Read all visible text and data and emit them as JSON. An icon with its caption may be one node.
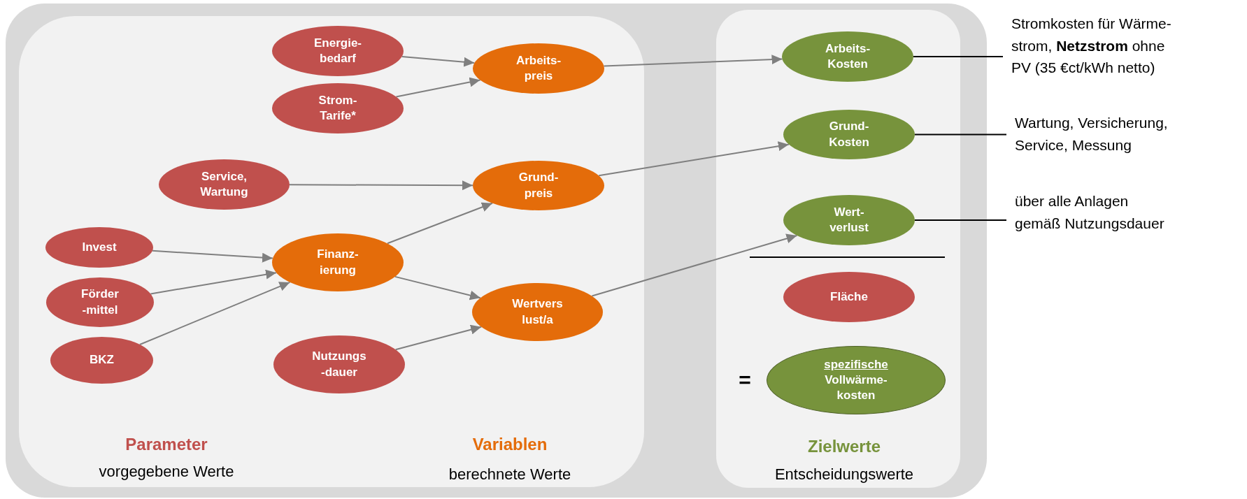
{
  "diagram": {
    "nodes": [
      {
        "text": [],
        "shape": "box"
      },
      {
        "text": [
          "Parameter",
          "vorgegebene Werte",
          "Variablen",
          "berechnete Werte"
        ],
        "in": 0
      },
      {
        "text": [
          "Energie- bedarf"
        ],
        "in": 1
      },
      {
        "text": [
          "Strom- Tarife*"
        ],
        "in": 1
      },
      {
        "text": [
          "Service, Wartung"
        ],
        "in": 1
      },
      {
        "text": [
          "Invest"
        ],
        "in": 1
      },
      {
        "text": [
          "Förder -mittel"
        ],
        "in": 1
      },
      {
        "text": [
          "BKZ"
        ],
        "in": 1
      },
      {
        "text": [
          "Arbeits- preis"
        ],
        "in": 1
      },
      {
        "text": [
          "Grund- preis"
        ],
        "in": 1
      },
      {
        "text": [
          "Finanz- ierung"
        ],
        "in": 1
      },
      {
        "text": [
          "Wertvers lust/a"
        ],
        "in": 1
      },
      {
        "text": [
          "Nutzungs -dauer"
        ],
        "in": 1
      },
      {
        "text": [
          "Zielwerte",
          "Entscheidungswerte"
        ],
        "in": 0
      },
      {
        "text": [
          "Arbeits- Kosten"
        ],
        "in": 13
      },
      {
        "text": [
          "Grund- Kosten"
        ],
        "in": 13
      },
      {
        "text": [
          "Wert- verlust"
        ],
        "in": 13
      },
      {
        "text": [
          "Fläche"
        ],
        "in": 13
      },
      {
        "text": [
          "spezifische",
          "Vollwärme- kosten"
        ],
        "in": 13,
        "beside": [
          "="
        ]
      },
      {
        "text": [
          "Stromkosten für Wärme- strom, **Netzstrom** ohne PV (35 €ct/kWh netto)"
        ]
      },
      {
        "text": [
          "Wartung, Versicherung, Service, Messung"
        ]
      },
      {
        "text": [
          "über alle Anlagen gemäß Nutzungsdauer"
        ]
      }
    ],
    "edges": [
      {
        "from": 2,
        "to": 8,
        "arrow": "to"
      },
      {
        "from": 3,
        "to": 8,
        "arrow": "to"
      },
      {
        "from": 4,
        "to": 9,
        "arrow": "to"
      },
      {
        "from": 5,
        "to": 10,
        "arrow": "to"
      },
      {
        "from": 6,
        "to": 10,
        "arrow": "to"
      },
      {
        "from": 7,
        "to": 10,
        "arrow": "to"
      },
      {
        "from": 10,
        "to": 9,
        "arrow": "to"
      },
      {
        "from": 10,
        "to": 11,
        "arrow": "to"
      },
      {
        "from": 12,
        "to": 11,
        "arrow": "to"
      },
      {
        "from": 8,
        "to": 14,
        "arrow": "to"
      },
      {
        "from": 9,
        "to": 15,
        "arrow": "to"
      },
      {
        "from": 11,
        "to": 16,
        "arrow": "to"
      },
      {
        "from": 19,
        "to": 14,
        "arrow": "none",
        "color": "#000000"
      },
      {
        "from": 20,
        "to": 15,
        "arrow": "none",
        "color": "#000000"
      },
      {
        "from": 21,
        "to": 16,
        "arrow": "none",
        "color": "#000000"
      }
    ]
  }
}
